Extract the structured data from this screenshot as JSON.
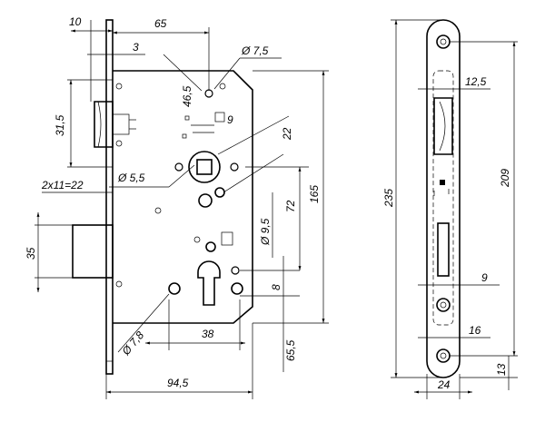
{
  "dimensions": {
    "d10": "10",
    "d65": "65",
    "d3": "3",
    "d7_5": "Ø 7,5",
    "d46_5": "46,5",
    "d9_sq": "9",
    "d31_5": "31,5",
    "d22": "22",
    "d5_5": "Ø 5,5",
    "d2x11": "2x11=22",
    "d72": "72",
    "d165": "165",
    "d9_5": "Ø 9,5",
    "d35": "35",
    "d8": "8",
    "d7_8": "Ø 7,8",
    "d38": "38",
    "d65_5": "65,5",
    "d94_5": "94,5",
    "d235": "235",
    "d12_5": "12,5",
    "d209": "209",
    "d9_fp": "9",
    "d16": "16",
    "d13": "13",
    "d24": "24"
  }
}
